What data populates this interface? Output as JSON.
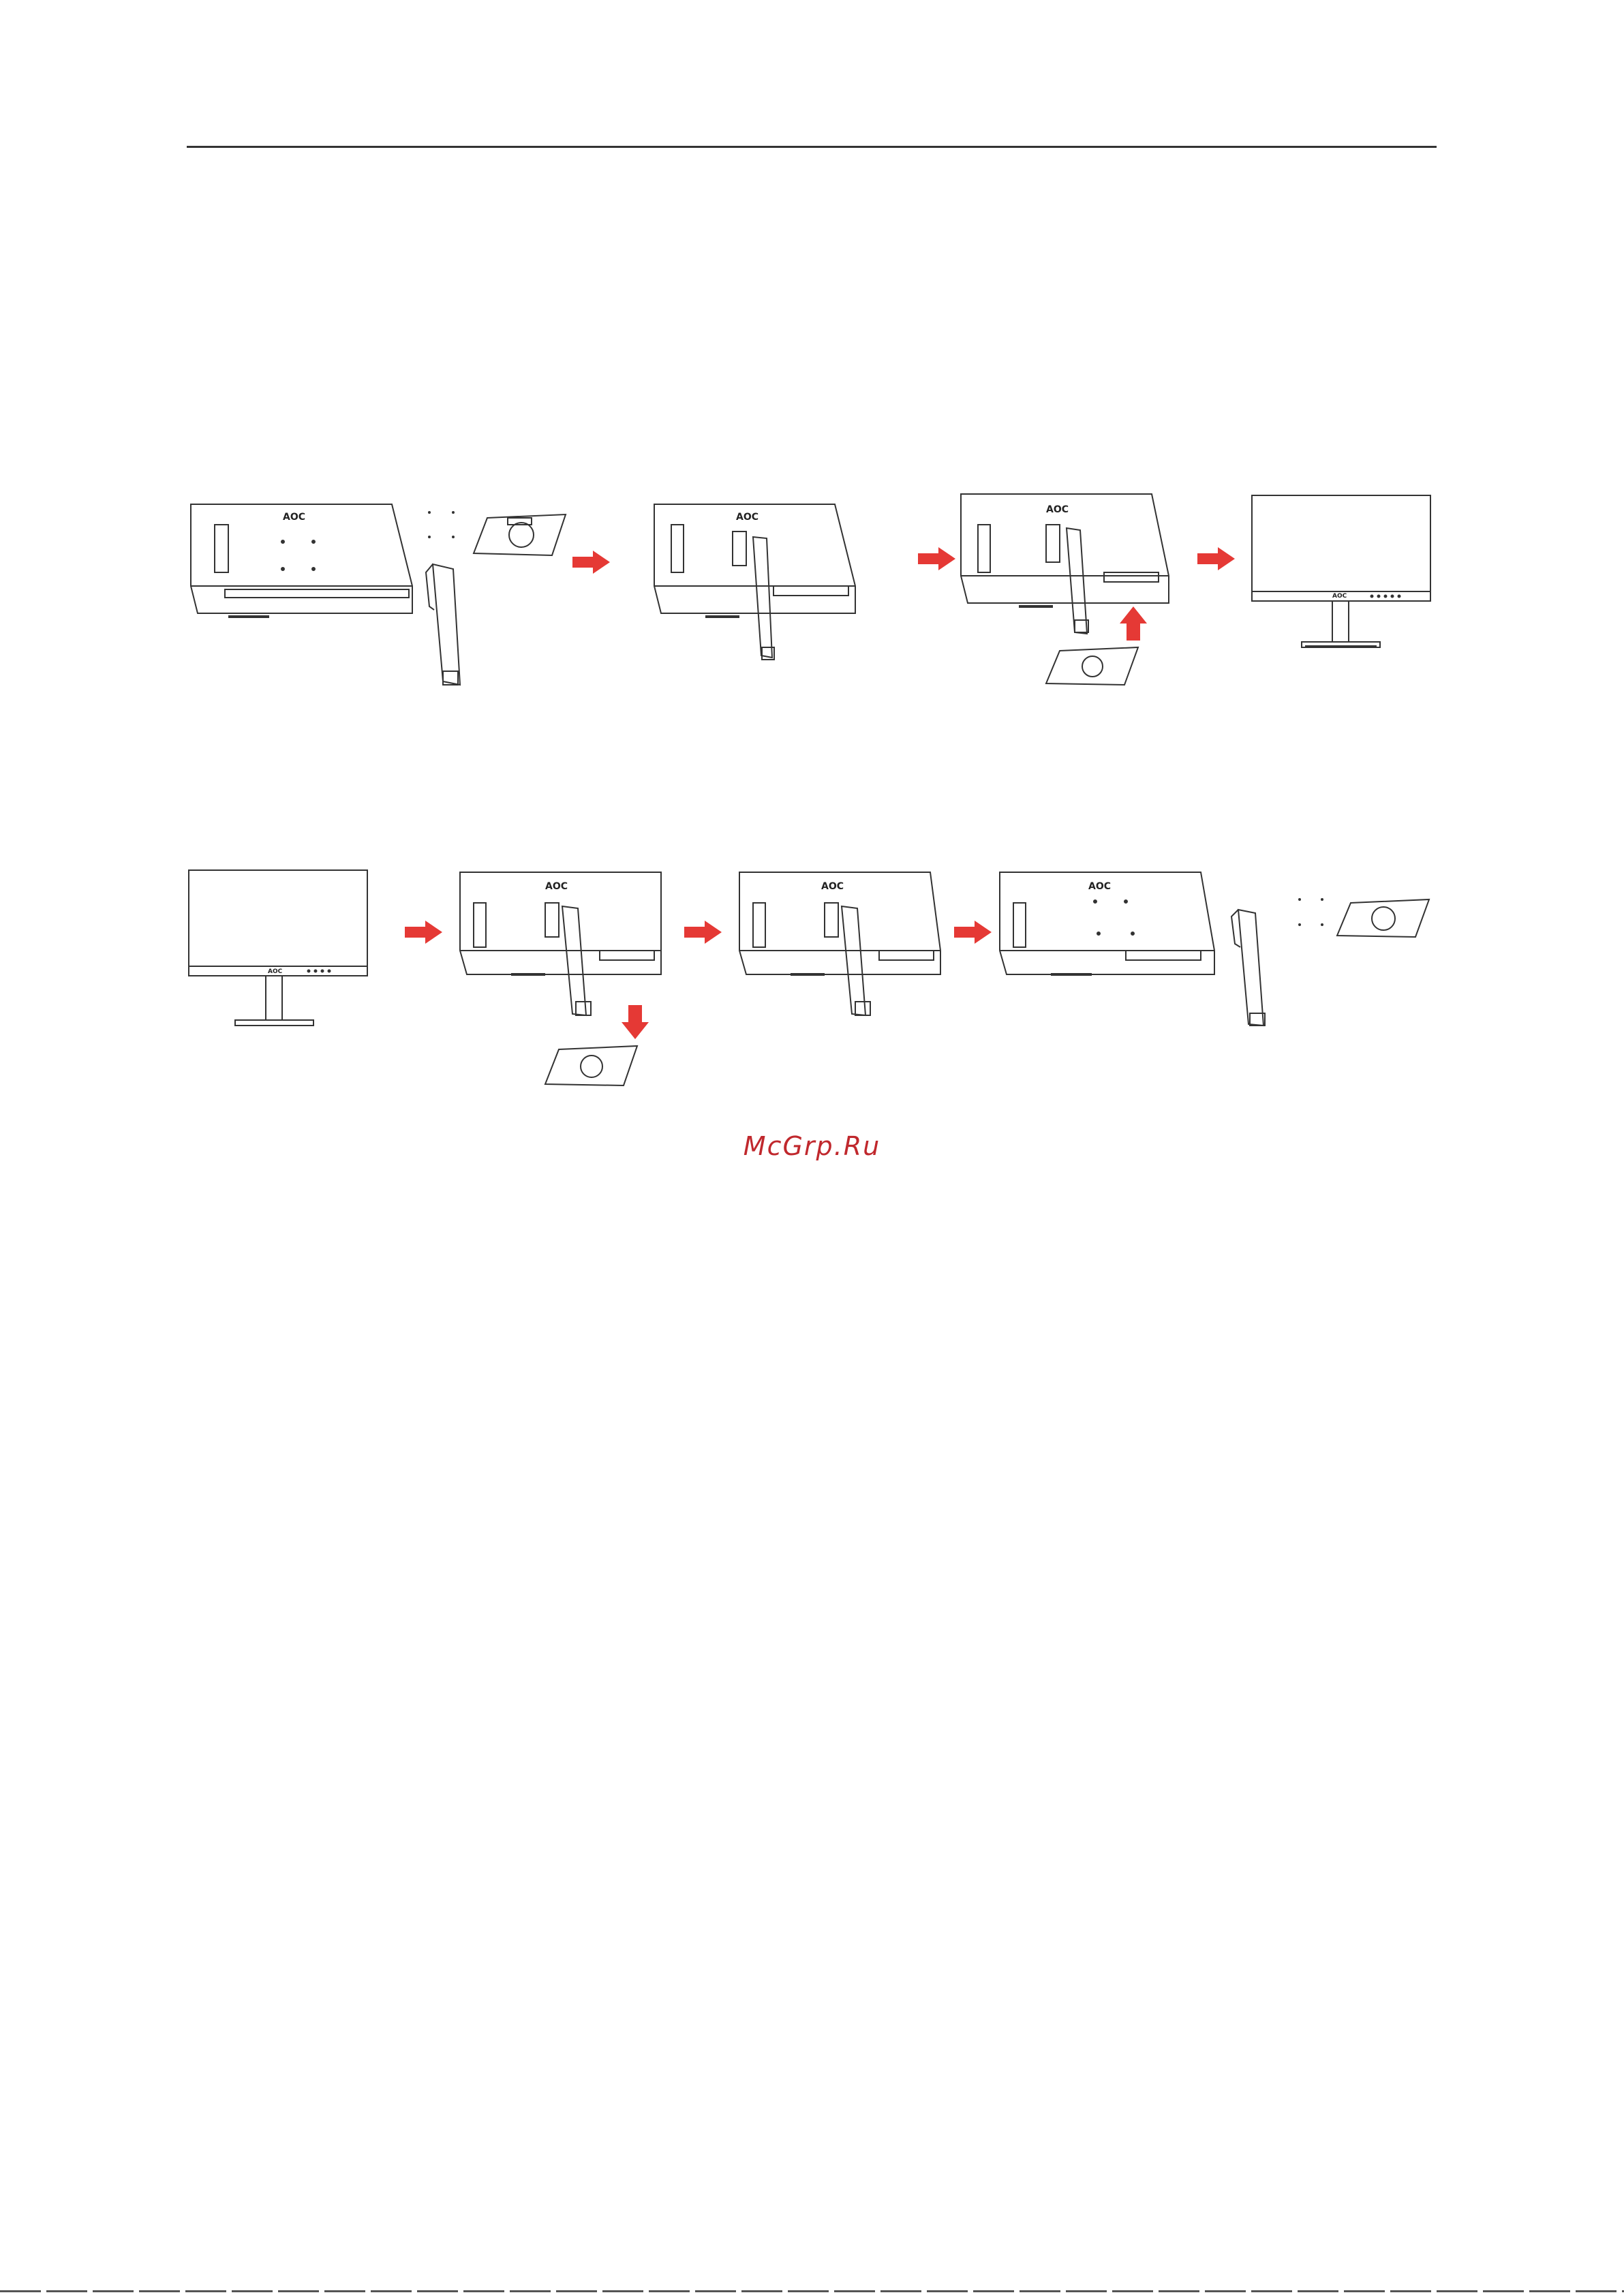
{
  "header": {
    "rule": true
  },
  "figures": {
    "install": {
      "steps": [
        {
          "logo": "AOC"
        },
        {
          "logo": "AOC"
        },
        {
          "logo": "AOC"
        },
        {
          "logo": "AOC"
        }
      ]
    },
    "remove": {
      "steps": [
        {
          "logo": "AOC"
        },
        {
          "logo": "AOC"
        },
        {
          "logo": "AOC"
        },
        {
          "logo": "AOC"
        }
      ]
    },
    "arrow_color": "#e53935",
    "line_color": "#333333"
  },
  "watermark": {
    "text": "McGrp.Ru",
    "color": "#c0282d"
  }
}
